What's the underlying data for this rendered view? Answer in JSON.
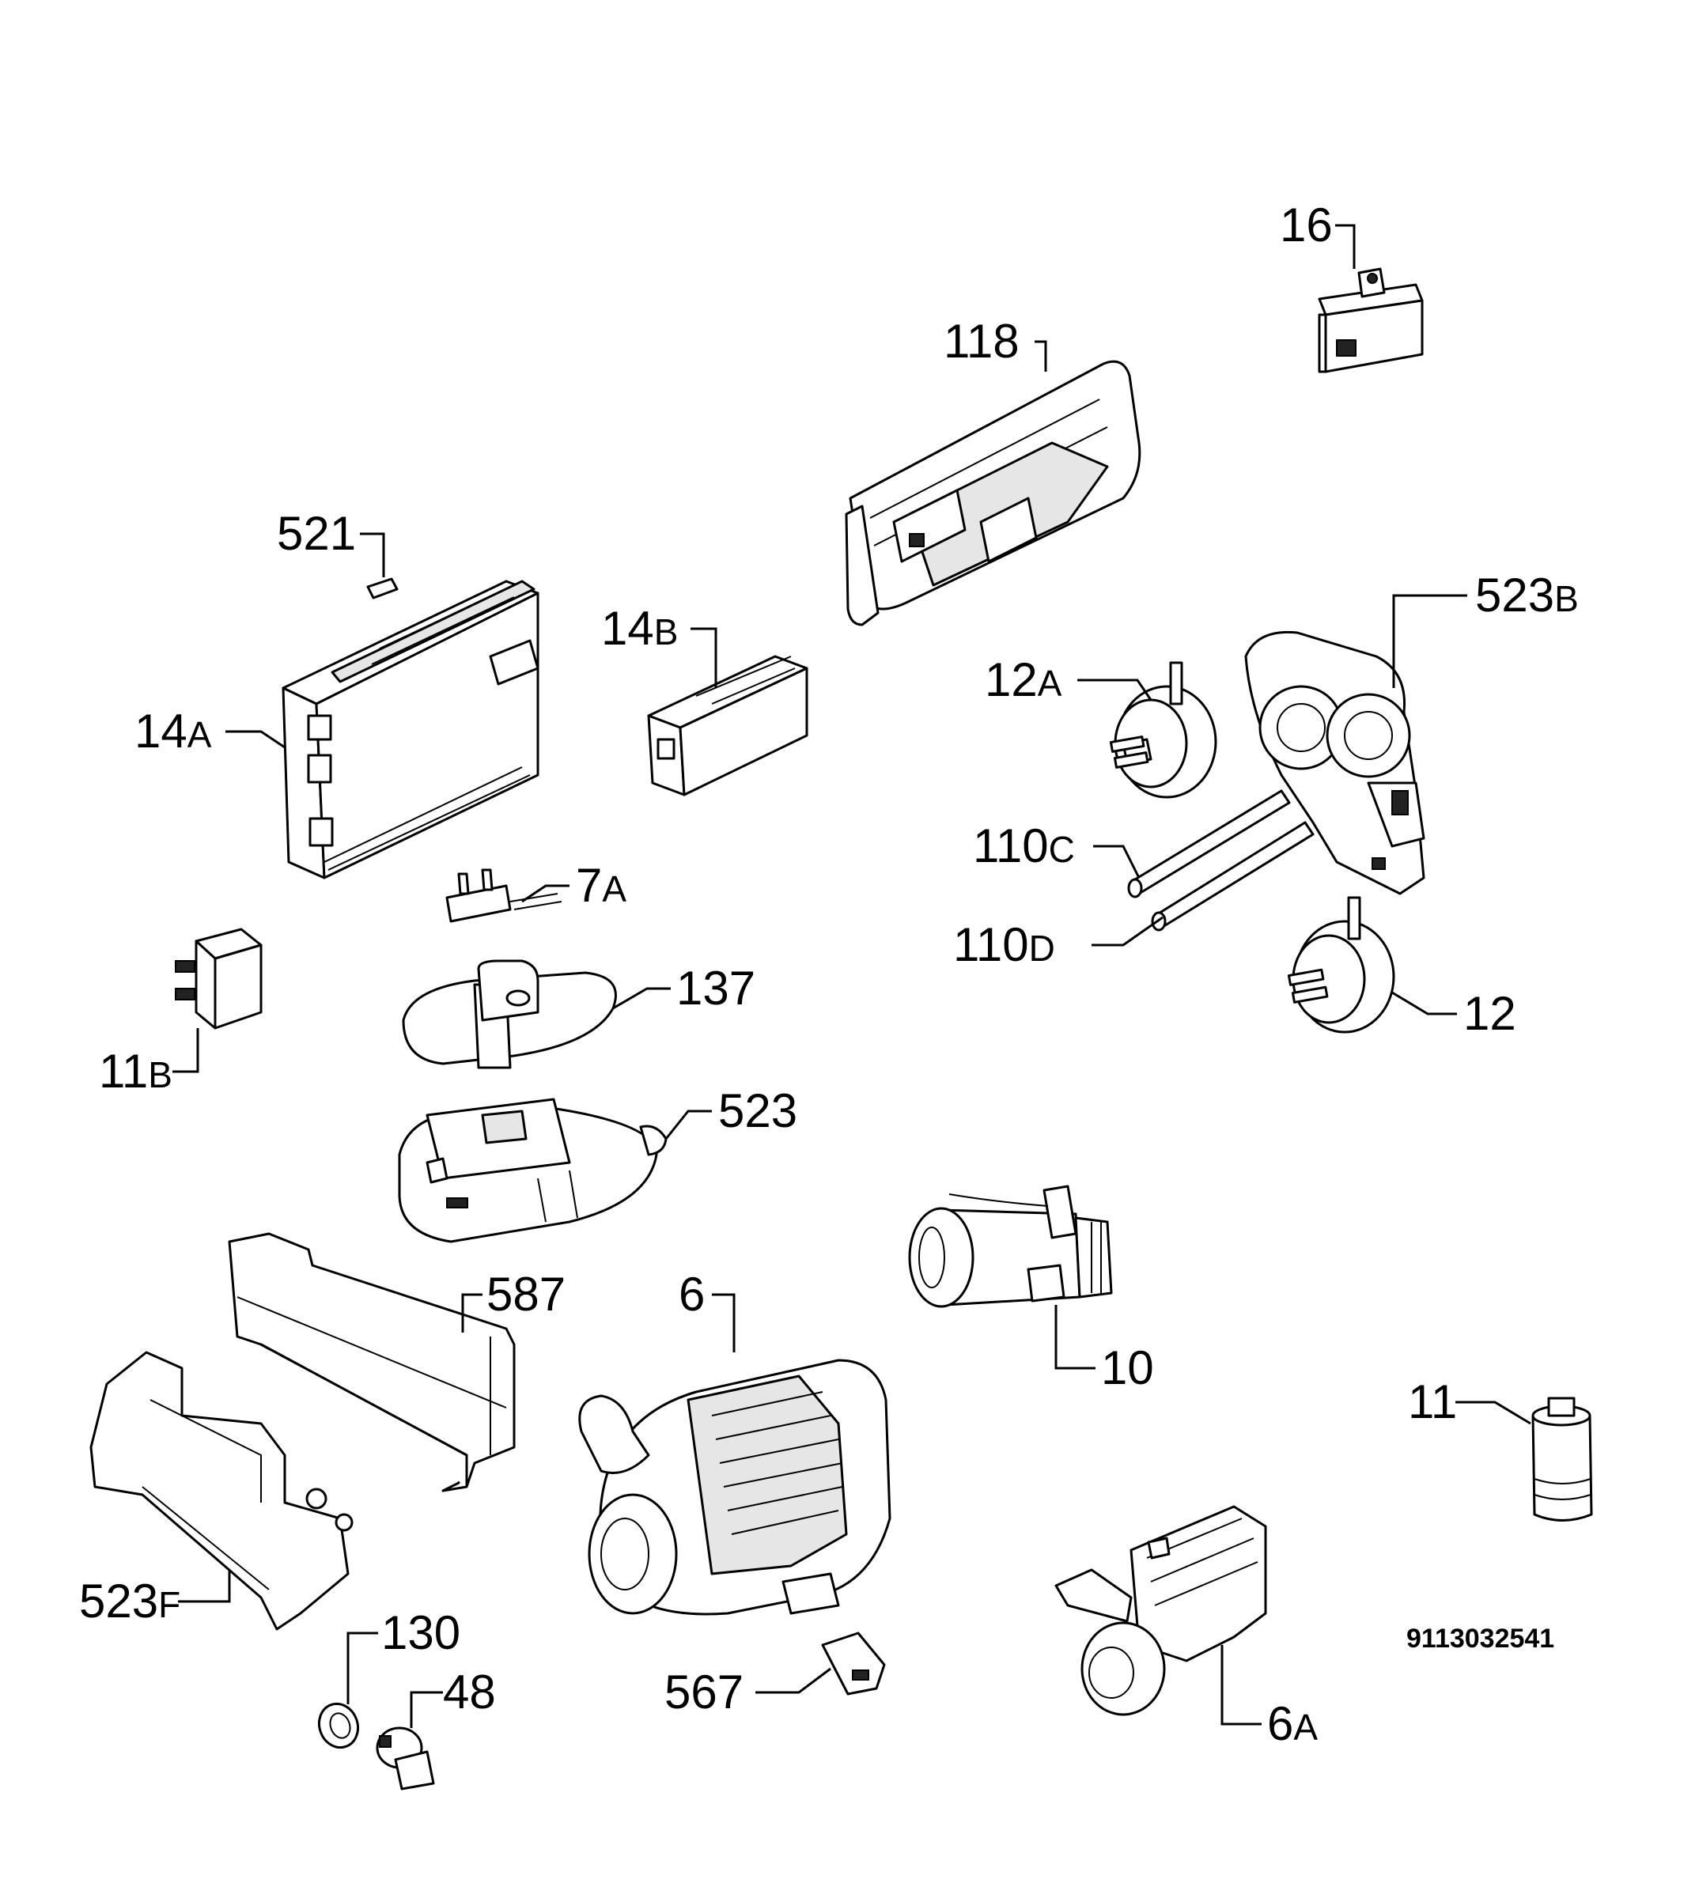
{
  "callouts": [
    {
      "id": "16",
      "num": "16",
      "suffix": ""
    },
    {
      "id": "118",
      "num": "118",
      "suffix": ""
    },
    {
      "id": "521",
      "num": "521",
      "suffix": ""
    },
    {
      "id": "14b",
      "num": "14",
      "suffix": "B"
    },
    {
      "id": "523b",
      "num": "523",
      "suffix": "B"
    },
    {
      "id": "12a",
      "num": "12",
      "suffix": "A"
    },
    {
      "id": "14a",
      "num": "14",
      "suffix": "A"
    },
    {
      "id": "110c",
      "num": "110",
      "suffix": "C"
    },
    {
      "id": "7a",
      "num": "7",
      "suffix": "A"
    },
    {
      "id": "110d",
      "num": "110",
      "suffix": "D"
    },
    {
      "id": "137",
      "num": "137",
      "suffix": ""
    },
    {
      "id": "12",
      "num": "12",
      "suffix": ""
    },
    {
      "id": "11b",
      "num": "11",
      "suffix": "B"
    },
    {
      "id": "523",
      "num": "523",
      "suffix": ""
    },
    {
      "id": "587",
      "num": "587",
      "suffix": ""
    },
    {
      "id": "6",
      "num": "6",
      "suffix": ""
    },
    {
      "id": "10",
      "num": "10",
      "suffix": ""
    },
    {
      "id": "11",
      "num": "11",
      "suffix": ""
    },
    {
      "id": "523f",
      "num": "523",
      "suffix": "F"
    },
    {
      "id": "130",
      "num": "130",
      "suffix": ""
    },
    {
      "id": "48",
      "num": "48",
      "suffix": ""
    },
    {
      "id": "567",
      "num": "567",
      "suffix": ""
    },
    {
      "id": "6a",
      "num": "6",
      "suffix": "A"
    }
  ],
  "document_id": "9113032541"
}
